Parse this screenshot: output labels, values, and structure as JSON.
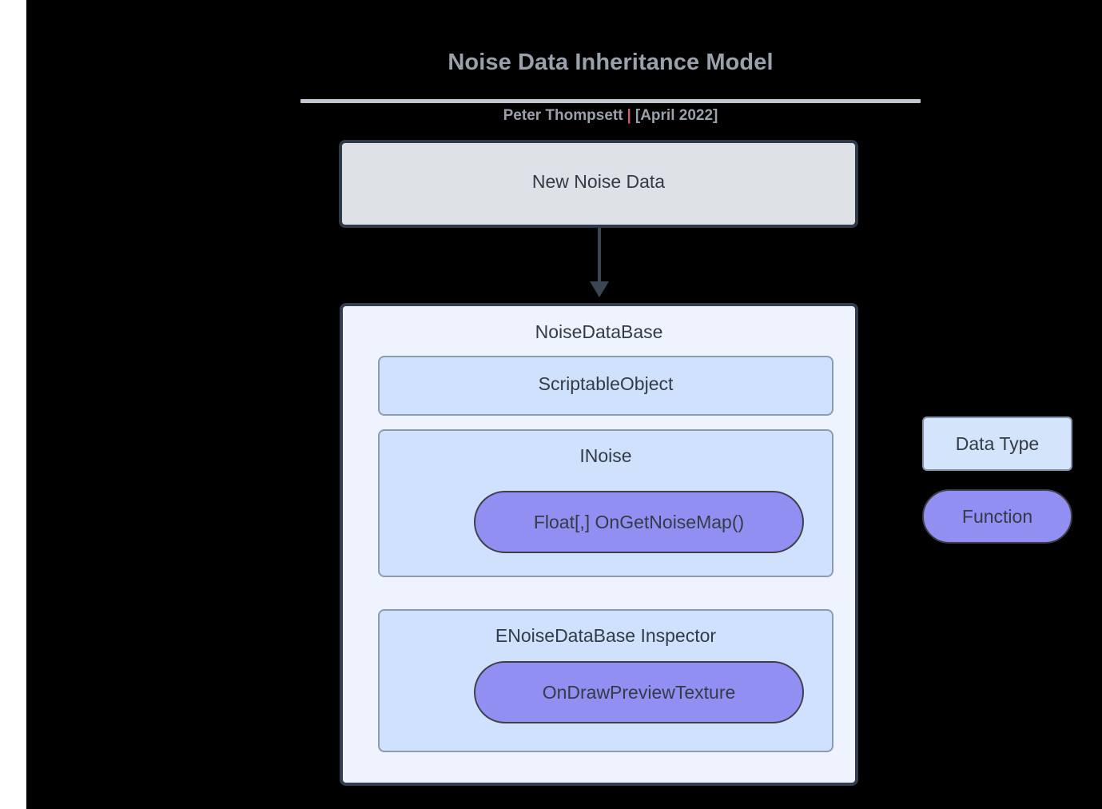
{
  "header": {
    "title": "Noise Data Inheritance Model",
    "author": "Peter Thompsett",
    "separator": "|",
    "date": "[April 2022]"
  },
  "diagram": {
    "root_node": {
      "label": "New Noise Data",
      "shape": "rounded-rect",
      "fill": "#dee1e6",
      "stroke": "#2f3a49"
    },
    "edge": {
      "from": "New Noise Data",
      "to": "NoiseDataBase",
      "style": "solid-arrow-down",
      "color": "#3b4554"
    },
    "container": {
      "label": "NoiseDataBase",
      "fill": "#eef3fd",
      "stroke": "#333d4d",
      "blocks": [
        {
          "label": "ScriptableObject",
          "fill": "#cfe1fc",
          "stroke": "#8a9bb4",
          "functions": []
        },
        {
          "label": "INoise",
          "fill": "#cfe1fc",
          "stroke": "#8a9bb4",
          "functions": [
            {
              "label": "Float[,] OnGetNoiseMap()",
              "fill": "#9190f2"
            }
          ]
        },
        {
          "label": "ENoiseDataBase Inspector",
          "fill": "#cfe1fc",
          "stroke": "#8a9bb4",
          "functions": [
            {
              "label": "OnDrawPreviewTexture",
              "fill": "#9190f2"
            }
          ]
        }
      ]
    }
  },
  "legend": {
    "items": [
      {
        "label": "Data Type",
        "shape": "rounded-rect",
        "fill": "#d4e4fb",
        "stroke": "#7f92ad"
      },
      {
        "label": "Function",
        "shape": "pill",
        "fill": "#9190f2",
        "stroke": "#3f3f4a"
      }
    ]
  },
  "colors": {
    "background": "#000000",
    "page_gutter": "#ffffff",
    "title_text": "#9ba1ac",
    "separator_accent": "#c4606f",
    "node_text": "#333b47"
  }
}
